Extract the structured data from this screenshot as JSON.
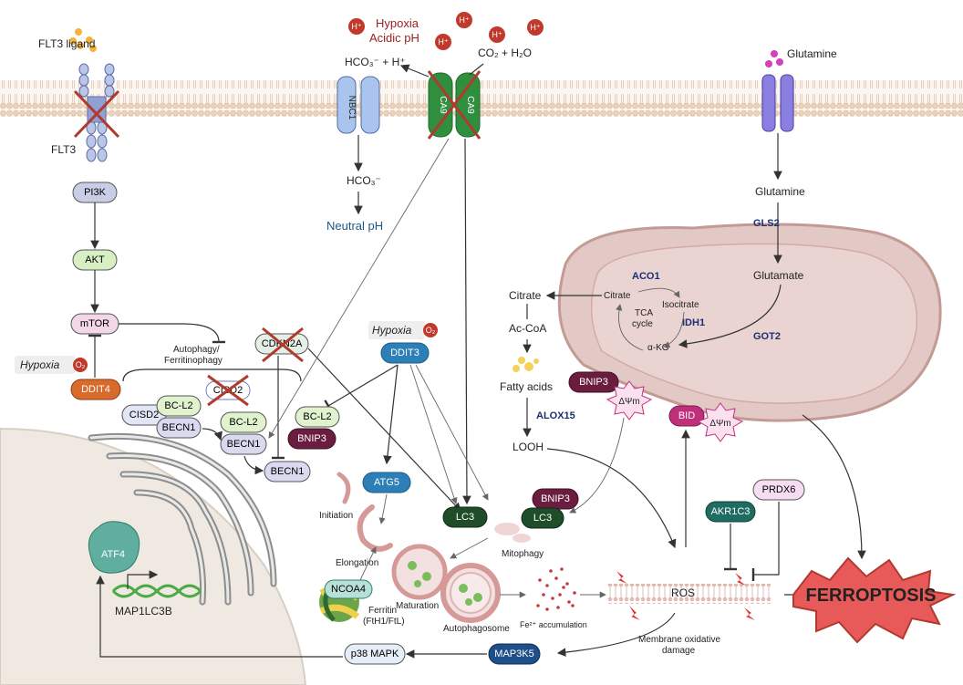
{
  "labels": {
    "flt3_ligand": "FLT3 ligand",
    "flt3": "FLT3",
    "hypoxia_top": "Hypoxia",
    "acidic_ph": "Acidic pH",
    "hco3_h": "HCO₃⁻ + H⁺",
    "co2_h2o": "CO₂ + H₂O",
    "hco3": "HCO₃⁻",
    "neutral_ph": "Neutral pH",
    "glutamine_top": "Glutamine",
    "glutamine": "Glutamine",
    "gls2": "GLS2",
    "glutamate": "Glutamate",
    "got2": "GOT2",
    "aco1": "ACO1",
    "citrate_mito": "Citrate",
    "isocitrate": "Isocitrate",
    "tca": "TCA",
    "cycle": "cycle",
    "idh1": "IDH1",
    "akg": "α-KG",
    "citrate": "Citrate",
    "acoa": "Ac-CoA",
    "fatty_acids": "Fatty acids",
    "alox15": "ALOX15",
    "looh": "LOOH",
    "hypoxia_mid": "Hypoxia",
    "hypoxia_left": "Hypoxia",
    "o2": "O₂",
    "autophagy": "Autophagy/",
    "ferritinophagy": "Ferritinophagy",
    "initiation": "Initiation",
    "elongation": "Elongation",
    "maturation": "Maturation",
    "autophagosome": "Autophagosome",
    "mitophagy": "Mitophagy",
    "fe_accum": "Fe²⁺ accumulation",
    "ferritin1": "Ferritin",
    "ferritin2": "(FtH1/FtL)",
    "ros": "ROS",
    "membrane1": "Membrane oxidative",
    "membrane2": "damage",
    "ferroptosis": "FERROPTOSIS",
    "map1lc3b": "MAP1LC3B",
    "delta_psi": "ΔΨm",
    "h_plus": "H⁺"
  },
  "nodes": {
    "nbc1": "NBC1",
    "ca9a": "CA9",
    "ca9b": "CA9",
    "pi3k": "PI3K",
    "akt": "AKT",
    "mtor": "mTOR",
    "ddit4": "DDIT4",
    "cdkn2a": "CDKN2A",
    "ddit3": "DDIT3",
    "cisd2_a": "CISD2",
    "cisd2_b": "CISD2",
    "bcl2_a": "BC-L2",
    "bcl2_b": "BC-L2",
    "bcl2_c": "BC-L2",
    "becn1_a": "BECN1",
    "becn1_b": "BECN1",
    "becn1_c": "BECN1",
    "bnip3_a": "BNIP3",
    "bnip3_b": "BNIP3",
    "bnip3_c": "BNIP3",
    "atg5": "ATG5",
    "lc3_a": "LC3",
    "lc3_b": "LC3",
    "ncoa4": "NCOA4",
    "bid": "BID",
    "akr1c3": "AKR1C3",
    "prdx6": "PRDX6",
    "atf4": "ATF4",
    "p38": "p38 MAPK",
    "map3k5": "MAP3K5"
  },
  "colors": {
    "membrane": "#e9d6c4",
    "mito": "#e3c9c6",
    "nucleus": "#efe9e2",
    "er": "#8d8d8d",
    "inhibit_x": "#b03a2e",
    "ferroptosis": "#e85a5a"
  }
}
